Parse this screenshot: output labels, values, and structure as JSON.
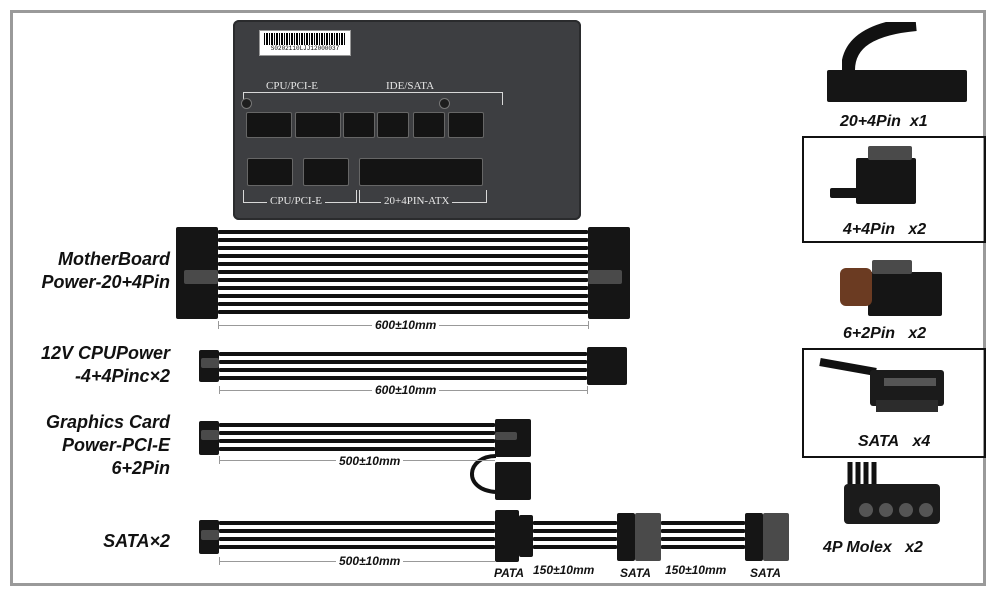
{
  "psu": {
    "barcode_number": "S0202110LJJ12000037",
    "top_left_group": "CPU/PCI-E",
    "top_right_group": "IDE/SATA",
    "bottom_left_group": "CPU/PCI-E",
    "bottom_right_group": "20+4PIN-ATX"
  },
  "cables": [
    {
      "label_line1": "MotherBoard",
      "label_line2": "Power-20+4Pin",
      "label_line3": "",
      "length": "600±10mm"
    },
    {
      "label_line1": "12V CPUPower",
      "label_line2": "-4+4Pinc×2",
      "label_line3": "",
      "length": "600±10mm"
    },
    {
      "label_line1": "Graphics Card",
      "label_line2": "Power-PCI-E",
      "label_line3": "6+2Pin",
      "length": "500±10mm"
    },
    {
      "label_line1": "SATA×2",
      "label_line2": "",
      "label_line3": "",
      "length": "500±10mm",
      "pata_label": "PATA",
      "seg1": "150±10mm",
      "sata1": "SATA",
      "seg2": "150±10mm",
      "sata2": "SATA"
    }
  ],
  "connectors": [
    {
      "name": "20+4Pin",
      "qty": "x1"
    },
    {
      "name": "4+4Pin",
      "qty": "x2"
    },
    {
      "name": "6+2Pin",
      "qty": "x2"
    },
    {
      "name": "SATA",
      "qty": "x4"
    },
    {
      "name": "4P Molex",
      "qty": "x2"
    }
  ]
}
